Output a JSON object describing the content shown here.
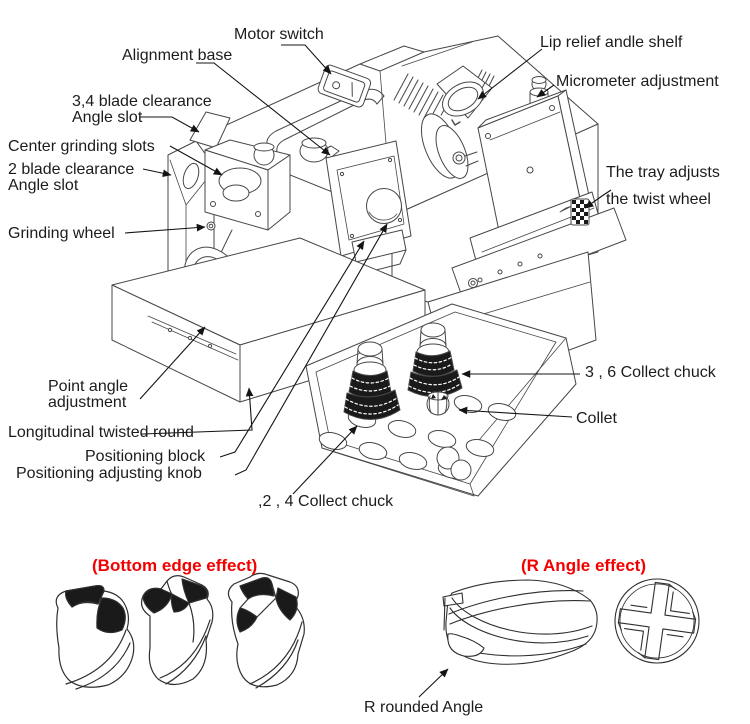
{
  "figure": {
    "machine_labels": {
      "motor_switch": "Motor switch",
      "alignment_base": "Alignment base",
      "lip_relief": "Lip relief andle shelf",
      "micrometer": "Micrometer adjustment",
      "blade34_line1": "3,4 blade clearance",
      "blade34_line2": "Angle slot",
      "center_grinding": "Center grinding slots",
      "blade2_line1": "2 blade clearance",
      "blade2_line2": "Angle slot",
      "grinding_wheel": "Grinding wheel",
      "tray_line1": "The tray adjusts",
      "tray_line2": "the twist wheel",
      "point_angle_line1": "Point angle",
      "point_angle_line2": "adjustment",
      "longitudinal": "Longitudinal twisted round",
      "positioning_block": "Positioning block",
      "positioning_knob": "Positioning adjusting knob",
      "chuck_24": ",2 , 4 Collect chuck",
      "chuck_36": "3 , 6 Collect chuck",
      "collet": "Collet"
    },
    "effect_titles": {
      "bottom_edge": "(Bottom edge effect)",
      "r_angle": "(R Angle effect)",
      "r_rounded": "R rounded Angle"
    },
    "colors": {
      "background": "#ffffff",
      "line_art": "#474747",
      "leader_line": "#141414",
      "label_text": "#1c1c1c",
      "accent_red": "#f30000",
      "fill_black": "#1a1a1a"
    }
  }
}
